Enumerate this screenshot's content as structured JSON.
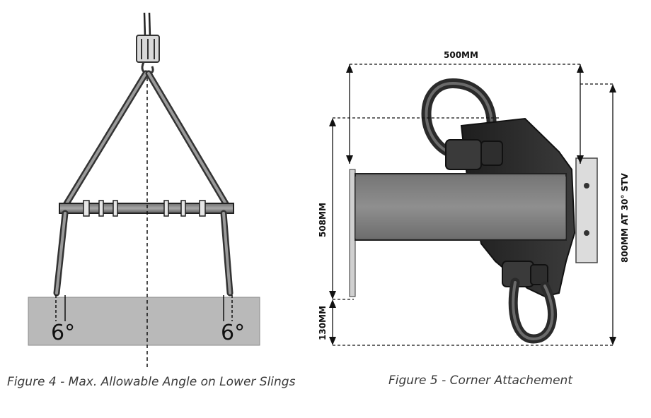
{
  "figure4": {
    "caption": "Figure 4 - Max. Allowable Angle on Lower Slings",
    "angle_left": "6°",
    "angle_right": "6°"
  },
  "figure5": {
    "caption": "Figure 5 - Corner Attachement",
    "dim_width": "500MM",
    "dim_height_beam": "508MM",
    "dim_bottom": "130MM",
    "dim_total": "800MM AT 30° STV"
  },
  "colors": {
    "load_block": "#b9b9b9",
    "steel": "#2c2c2c",
    "beam": "#8c8c8c",
    "caption": "#3a3a3a"
  }
}
